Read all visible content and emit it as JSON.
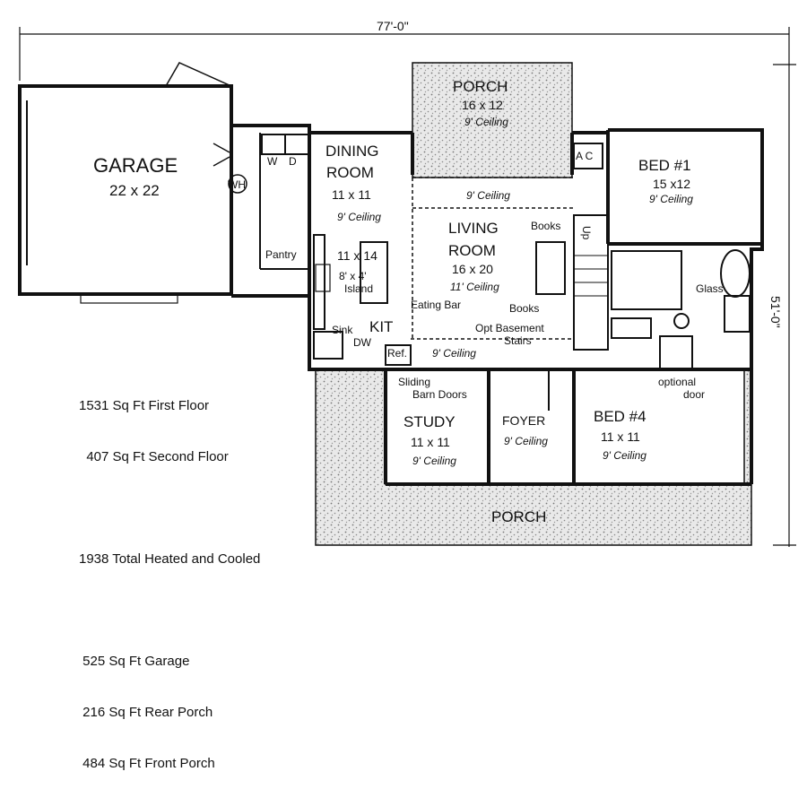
{
  "dimensions": {
    "width": "77'-0\"",
    "depth": "51'-0\""
  },
  "rooms": {
    "garage": {
      "name": "GARAGE",
      "size": "22 x 22"
    },
    "porch_rear": {
      "name": "PORCH",
      "size": "16 x 12",
      "ceiling": "9' Ceiling"
    },
    "dining": {
      "name1": "DINING",
      "name2": "ROOM",
      "size": "11 x 11",
      "ceiling": "9' Ceiling"
    },
    "living": {
      "name1": "LIVING",
      "name2": "ROOM",
      "size": "16 x 20",
      "ceiling": "11' Ceiling",
      "top_ceiling": "9' Ceiling"
    },
    "bed1": {
      "name": "BED #1",
      "size": "15 x12",
      "ceiling": "9' Ceiling"
    },
    "kitchen": {
      "name": "KIT",
      "size": "11 x 14",
      "island1": "8' x 4'",
      "island2": "Island",
      "eating_bar": "Eating Bar",
      "sink": "Sink",
      "dw": "DW",
      "ref": "Ref.",
      "pantry": "Pantry",
      "ceiling": "9' Ceiling"
    },
    "study": {
      "name": "STUDY",
      "size": "11 x 11",
      "ceiling": "9' Ceiling",
      "doors1": "Sliding",
      "doors2": "Barn Doors"
    },
    "foyer": {
      "name": "FOYER",
      "ceiling": "9' Ceiling"
    },
    "bed4": {
      "name": "BED #4",
      "size": "11 x 11",
      "ceiling": "9' Ceiling"
    },
    "porch_front": {
      "name": "PORCH"
    }
  },
  "labels": {
    "wh": "WH",
    "w": "W",
    "d": "D",
    "ac": "A C",
    "books_top": "Books",
    "books_bottom": "Books",
    "up": "Up",
    "basement1": "Opt Basement",
    "basement2": "Stairs",
    "glass": "Glass",
    "optional1": "optional",
    "optional2": "door"
  },
  "stats": [
    "1531 Sq Ft First Floor",
    "  407 Sq Ft Second Floor",
    "",
    "1938 Total Heated and Cooled",
    "",
    " 525 Sq Ft Garage",
    " 216 Sq Ft Rear Porch",
    " 484 Sq Ft Front Porch"
  ]
}
